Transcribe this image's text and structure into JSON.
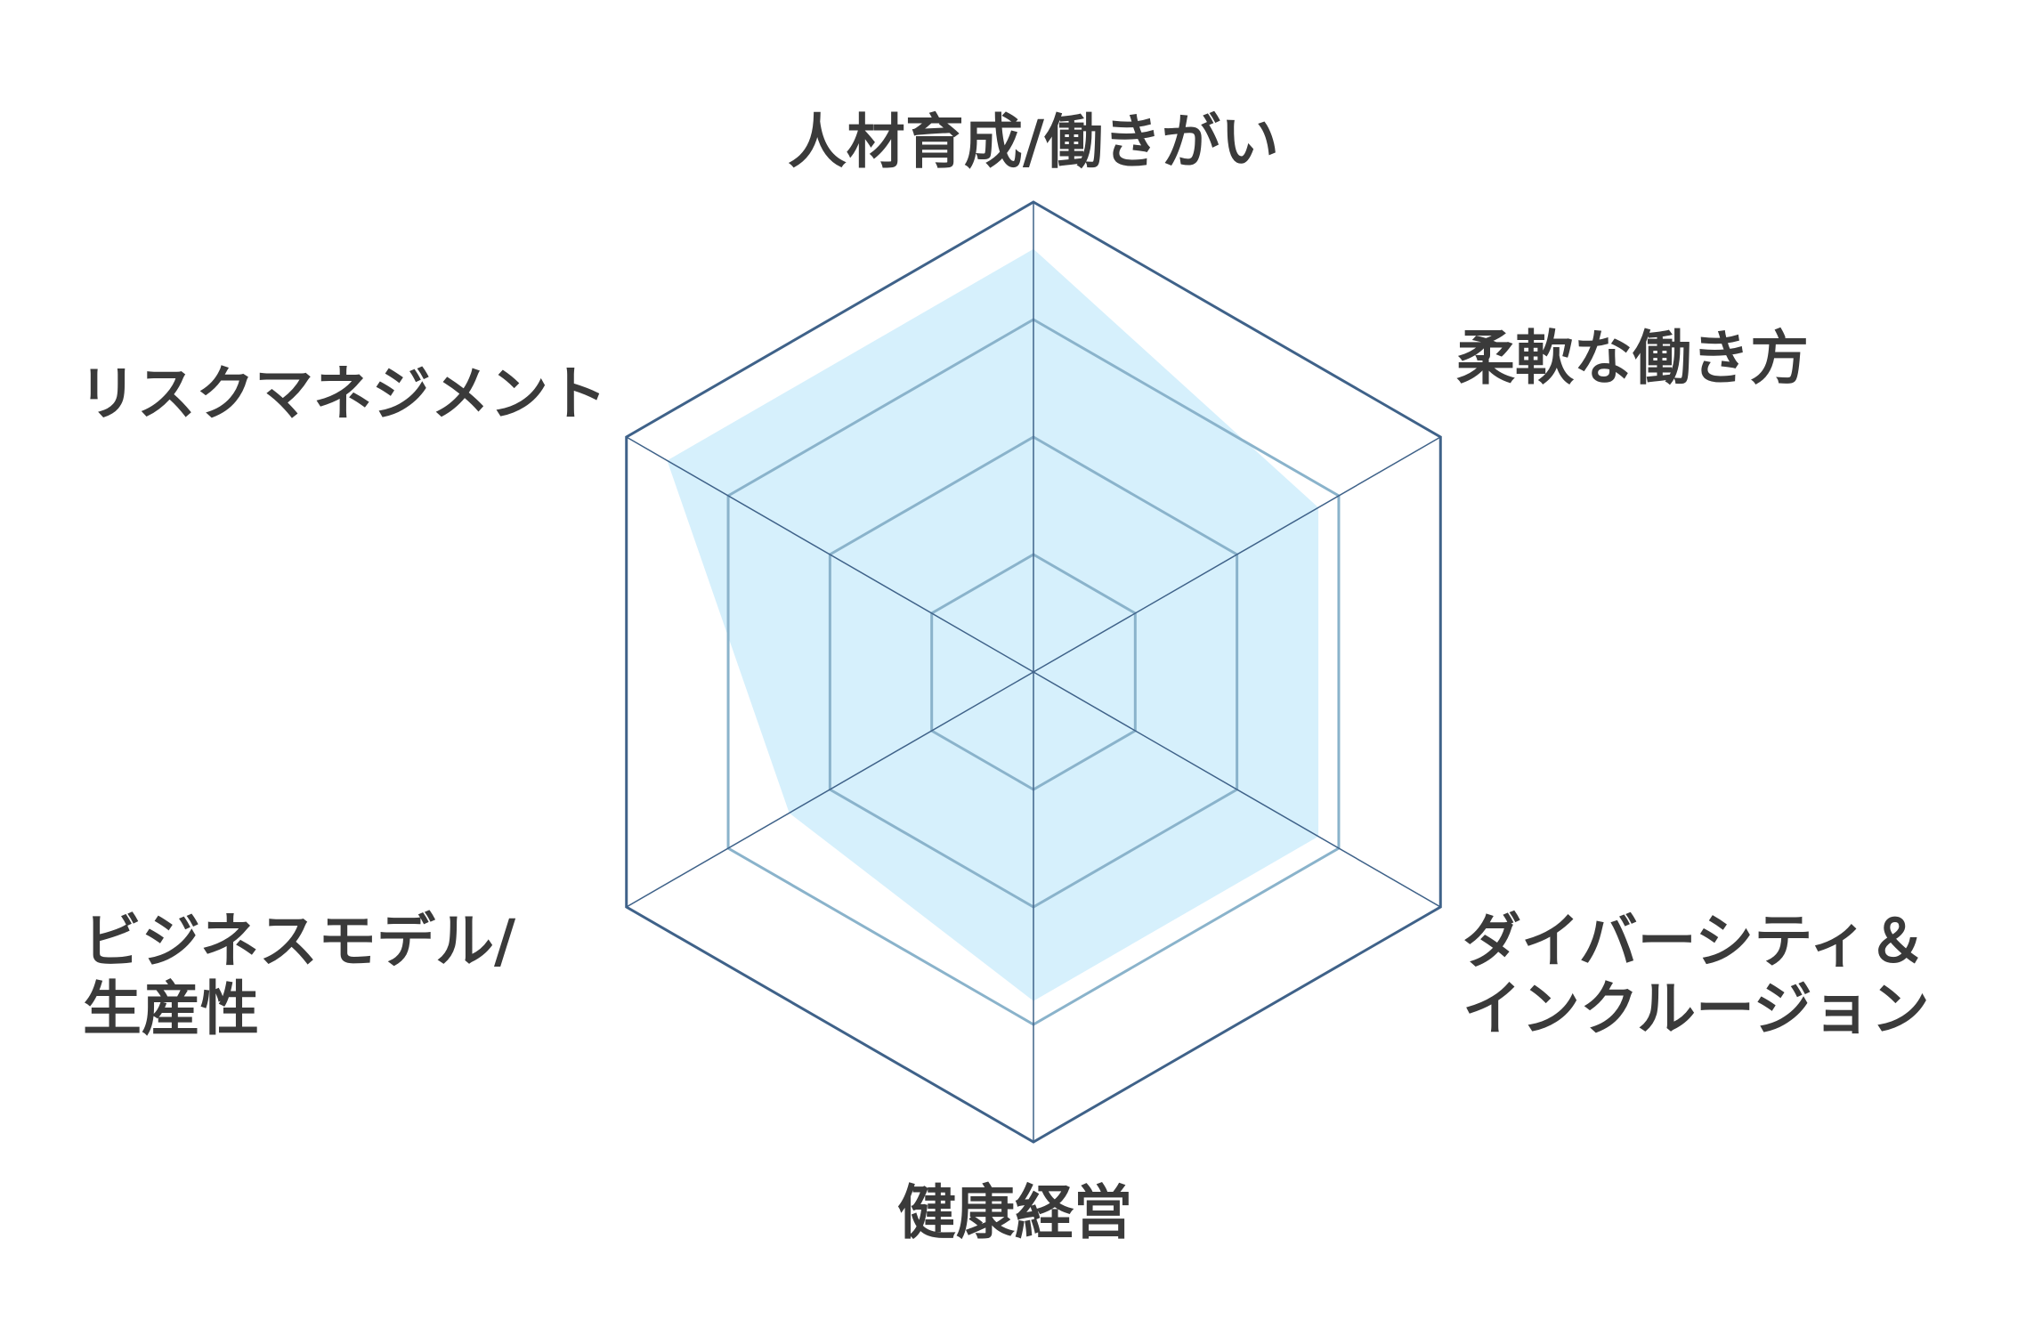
{
  "chart_data": {
    "type": "radar",
    "categories": [
      "人材育成/働きがい",
      "柔軟な働き方",
      "ダイバーシティ＆インクルージョン",
      "健康経営",
      "ビジネスモデル/生産性",
      "リスクマネジメント"
    ],
    "category_lines": [
      [
        "人材育成/働きがい"
      ],
      [
        "柔軟な働き方"
      ],
      [
        "ダイバーシティ＆",
        "インクルージョン"
      ],
      [
        "健康経営"
      ],
      [
        "ビジネスモデル/",
        "生産性"
      ],
      [
        "リスクマネジメント"
      ]
    ],
    "series": [
      {
        "values": [
          0.9,
          0.7,
          0.7,
          0.7,
          0.6,
          0.9
        ]
      }
    ],
    "range": [
      0,
      1
    ],
    "rings": 4,
    "grid": true,
    "colors": {
      "fill": "#d6f0fc",
      "outer_ring": "#3f6289",
      "inner_rings": "#8ab3cb",
      "spokes": "#3f6289",
      "label": "#3a3a3a"
    }
  }
}
